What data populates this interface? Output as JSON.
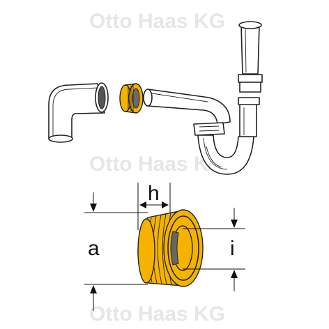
{
  "watermark": {
    "text": "Otto Haas KG"
  },
  "dimensions": {
    "h": "h",
    "a": "a",
    "i": "i"
  },
  "colors": {
    "accent": "#f5b300",
    "line": "#222222",
    "watermark": "#e6e6e6"
  }
}
